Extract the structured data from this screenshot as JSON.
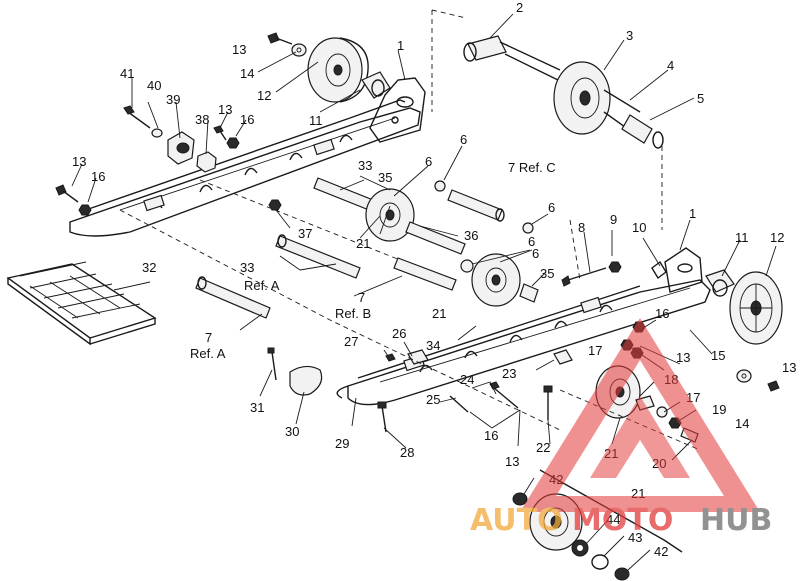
{
  "labels": {
    "l1a": "1",
    "l1b": "1",
    "l2": "2",
    "l3": "3",
    "l4": "4",
    "l5": "5",
    "l6a": "6",
    "l6b": "6",
    "l6c": "6",
    "l6d": "6",
    "l6e": "6",
    "l7c": "7 Ref. C",
    "l7b": "7",
    "l7bRef": "Ref. B",
    "l7a": "7",
    "l7aRef": "Ref. A",
    "l8": "8",
    "l9": "9",
    "l10": "10",
    "l11a": "11",
    "l11b": "11",
    "l12a": "12",
    "l12b": "12",
    "l13a": "13",
    "l13b": "13",
    "l13c": "13",
    "l13d": "13",
    "l13e": "13",
    "l13f": "13",
    "l14a": "14",
    "l14b": "14",
    "l15": "15",
    "l16a": "16",
    "l16b": "16",
    "l16c": "16",
    "l16d": "16",
    "l17a": "17",
    "l17b": "17",
    "l18": "18",
    "l19": "19",
    "l20": "20",
    "l21a": "21",
    "l21b": "21",
    "l21c": "21",
    "l21d": "21",
    "l22": "22",
    "l23": "23",
    "l24": "24",
    "l25": "25",
    "l26": "26",
    "l27": "27",
    "l28": "28",
    "l29": "29",
    "l30": "30",
    "l31": "31",
    "l32": "32",
    "l33a": "33",
    "l33aRef": "Ref. A",
    "l33b": "33",
    "l34": "34",
    "l35a": "35",
    "l35b": "35",
    "l36": "36",
    "l37": "37",
    "l38": "38",
    "l39": "39",
    "l40": "40",
    "l41": "41",
    "l42a": "42",
    "l42b": "42",
    "l43": "43",
    "l44": "44"
  },
  "watermark": {
    "text_auto": "AUTO",
    "text_moto": "MOTO",
    "text_hub": "HUB",
    "color_orange": "#f2a93b",
    "color_red": "#e23b3b",
    "color_gray": "#6e6e6e"
  }
}
